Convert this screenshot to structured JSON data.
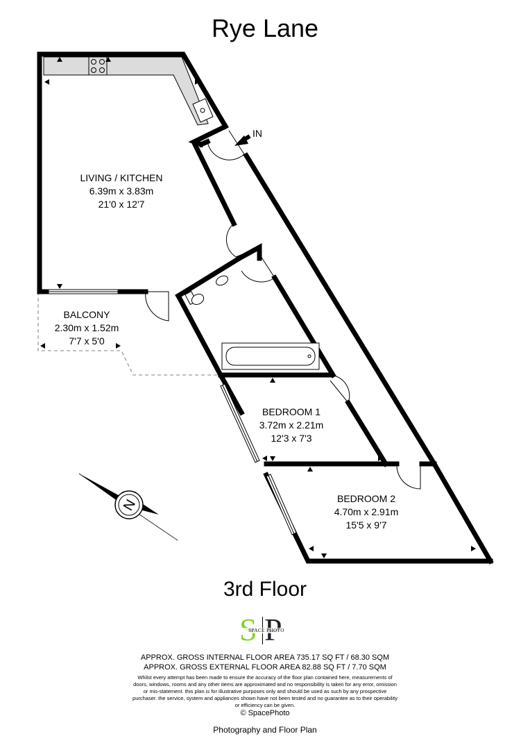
{
  "title": "Rye Lane",
  "floor_label": "3rd Floor",
  "rooms": [
    {
      "name": "LIVING / KITCHEN",
      "metric": "6.39m x 3.83m",
      "imperial": "21'0 x 12'7"
    },
    {
      "name": "BALCONY",
      "metric": "2.30m x 1.52m",
      "imperial": "7'7 x 5'0"
    },
    {
      "name": "BEDROOM 1",
      "metric": "3.72m x 2.21m",
      "imperial": "12'3 x 7'3"
    },
    {
      "name": "BEDROOM 2",
      "metric": "4.70m x 2.91m",
      "imperial": "15'5 x 9'7"
    }
  ],
  "entrance_label": "IN",
  "compass_letter": "N",
  "logo": {
    "letter_s": "S",
    "letter_p": "P",
    "wordmark": "SPACE PHOTO",
    "accent_color": "#7ed321"
  },
  "areas": {
    "internal": "APPROX. GROSS INTERNAL FLOOR AREA 735.17 SQ FT / 68.30 SQM",
    "external": "APPROX. GROSS EXTERNAL FLOOR AREA 82.88 SQ FT / 7.70 SQM"
  },
  "disclaimer": "Whilst every attempt has been made to ensure the accuracy of the floor plan contained here, measurements of doors, windows, rooms and any other items are approximated and no responsibility is taken for any error, omission or mis-statement. this plan is for illustrative purposes only and should be used as such by any prospective purchaser. the service, system and appliances shown have not been tested and no guarantee as to their operability or efficiency can be given.",
  "copyright": "© SpacePhoto",
  "credit": "Photography and Floor Plan",
  "colors": {
    "wall": "#000000",
    "worktop": "#dcdcdc",
    "balcony_outline": "#9a9a9a"
  }
}
